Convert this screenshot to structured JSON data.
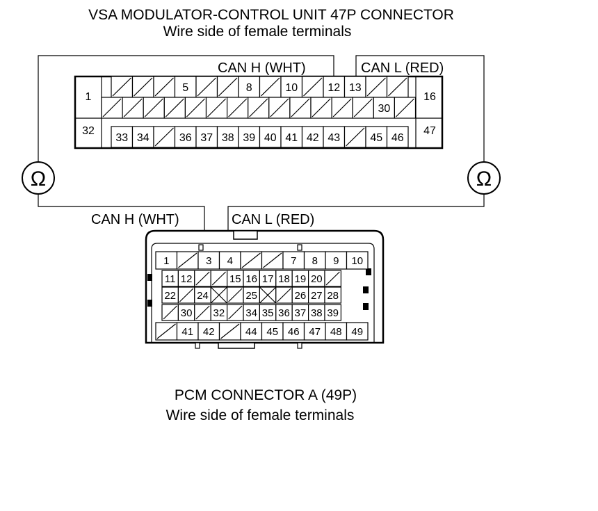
{
  "vsa": {
    "title": "VSA MODULATOR-CONTROL UNIT 47P CONNECTOR",
    "subtitle": "Wire side of female terminals",
    "can_h_label": "CAN H (WHT)",
    "can_l_label": "CAN L (RED)",
    "row1": [
      "",
      "",
      "",
      "5",
      "",
      "",
      "8",
      "",
      "10",
      "",
      "12",
      "13",
      "",
      ""
    ],
    "row2": [
      "",
      "",
      "",
      "",
      "",
      "",
      "",
      "",
      "",
      "",
      "",
      "",
      "",
      "30",
      ""
    ],
    "row3": [
      "33",
      "34",
      "",
      "36",
      "37",
      "38",
      "39",
      "40",
      "41",
      "42",
      "43",
      "",
      "45",
      "46"
    ],
    "left_top": "1",
    "left_bottom": "32",
    "right_top": "16",
    "right_bottom": "47"
  },
  "meter": {
    "left_symbol": "Ω",
    "right_symbol": "Ω"
  },
  "pcm": {
    "title": "PCM CONNECTOR A (49P)",
    "subtitle": "Wire side of female terminals",
    "can_h_label": "CAN H (WHT)",
    "can_l_label": "CAN L (RED)",
    "row1": [
      "1",
      "",
      "3",
      "4",
      "",
      "",
      "7",
      "8",
      "9",
      "10"
    ],
    "row2": [
      "11",
      "12",
      "",
      "",
      "15",
      "16",
      "17",
      "18",
      "19",
      "20",
      ""
    ],
    "row3": [
      "22",
      "",
      "24",
      "X",
      "",
      "25",
      "X",
      "",
      "26",
      "27",
      "28"
    ],
    "row4": [
      "",
      "30",
      "",
      "32",
      "",
      "34",
      "35",
      "36",
      "37",
      "38",
      "39"
    ],
    "row5": [
      "",
      "41",
      "42",
      "",
      "44",
      "45",
      "46",
      "47",
      "48",
      "49"
    ]
  }
}
